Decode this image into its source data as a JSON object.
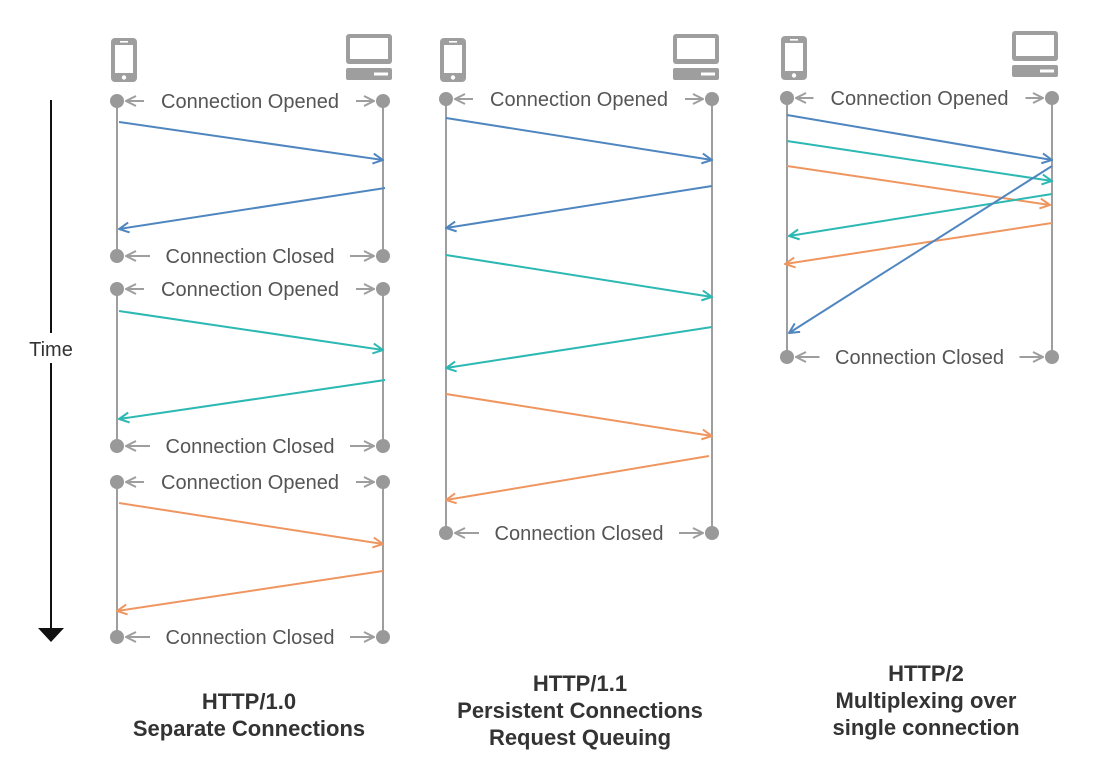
{
  "colors": {
    "grey": "#9e9e9e",
    "dot": "#999999",
    "blue": "#4f86c0",
    "teal": "#2cb8b3",
    "orange": "#ef9660",
    "axis": "#111111"
  },
  "icons": {
    "client": "phone-icon",
    "server": "desktop-icon"
  },
  "time_axis": {
    "label": "Time"
  },
  "labels": {
    "opened": "Connection Opened",
    "closed": "Connection Closed"
  },
  "diagrams": [
    {
      "id": "http10",
      "caption": [
        "HTTP/1.0",
        "Separate Connections"
      ],
      "connections": [
        {
          "opened": "Connection Opened",
          "closed": "Connection Closed",
          "messages": [
            "blue-request",
            "blue-response"
          ]
        },
        {
          "opened": "Connection Opened",
          "closed": "Connection Closed",
          "messages": [
            "teal-request",
            "teal-response"
          ]
        },
        {
          "opened": "Connection Opened",
          "closed": "Connection Closed",
          "messages": [
            "orange-request",
            "orange-response"
          ]
        }
      ]
    },
    {
      "id": "http11",
      "caption": [
        "HTTP/1.1",
        "Persistent Connections",
        "Request Queuing"
      ],
      "connections": [
        {
          "opened": "Connection Opened",
          "closed": "Connection Closed",
          "messages": [
            "blue-request",
            "blue-response",
            "teal-request",
            "teal-response",
            "orange-request",
            "orange-response"
          ]
        }
      ]
    },
    {
      "id": "http2",
      "caption": [
        "HTTP/2",
        "Multiplexing over",
        "single connection"
      ],
      "connections": [
        {
          "opened": "Connection Opened",
          "closed": "Connection Closed",
          "messages": [
            "blue-request",
            "teal-request",
            "orange-request",
            "teal-response",
            "orange-response",
            "blue-response"
          ]
        }
      ]
    }
  ]
}
